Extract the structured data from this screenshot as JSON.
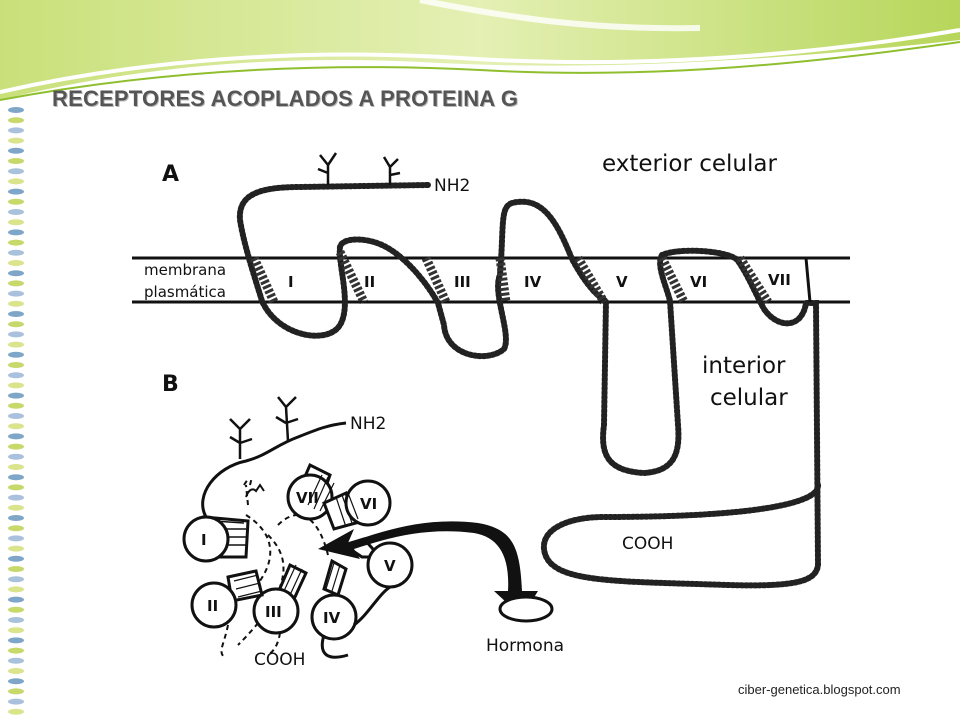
{
  "slide": {
    "title": "RECEPTORES ACOPLADOS A PROTEINA G",
    "footer": "ciber-genetica.blogspot.com"
  },
  "diagram": {
    "panel_a": {
      "label": "A",
      "nterm": "NH2",
      "exterior_line1": "exterior celular",
      "interior_line1": "interior",
      "interior_line2": "celular",
      "membrane_line1": "membrana",
      "membrane_line2": "plasmática",
      "cterm": "COOH",
      "helices": [
        "I",
        "II",
        "III",
        "IV",
        "V",
        "VI",
        "VII"
      ]
    },
    "panel_b": {
      "label": "B",
      "nterm": "NH2",
      "cterm": "COOH",
      "ligand": "Hormona",
      "helices": [
        "I",
        "II",
        "III",
        "IV",
        "V",
        "VI",
        "VII"
      ]
    }
  },
  "colors": {
    "accent_green": "#9cc63a",
    "title_gray": "#555555",
    "ink": "#111111"
  }
}
